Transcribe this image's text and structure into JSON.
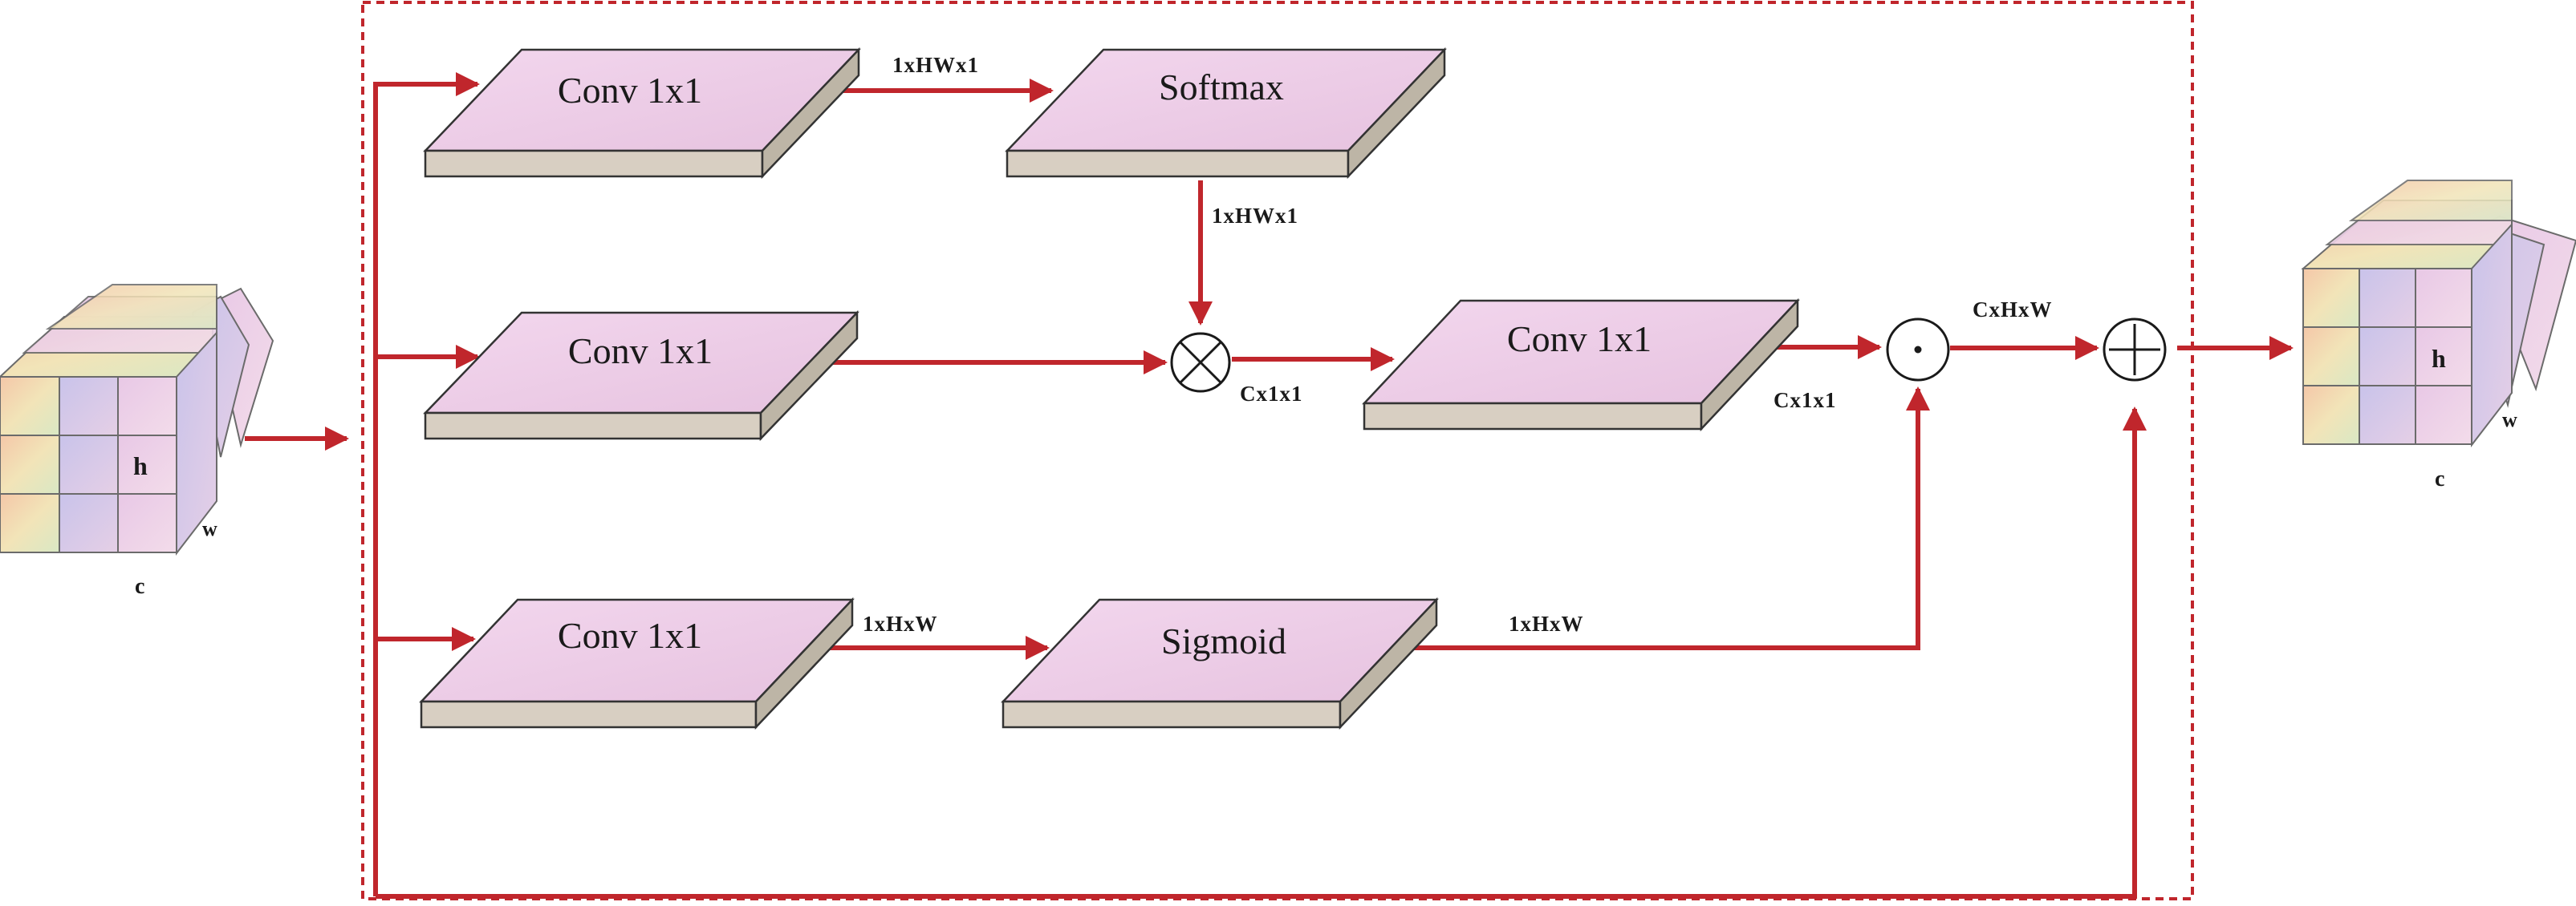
{
  "blocks": {
    "conv_top": "Conv 1x1",
    "softmax": "Softmax",
    "conv_mid": "Conv 1x1",
    "conv_right": "Conv 1x1",
    "conv_bottom": "Conv 1x1",
    "sigmoid": "Sigmoid"
  },
  "dims": {
    "after_conv_top": "1xHWx1",
    "after_softmax": "1xHWx1",
    "after_mult": "Cx1x1",
    "after_conv_right": "Cx1x1",
    "after_dot": "CxHxW",
    "after_conv_bottom": "1xHxW",
    "after_sigmoid": "1xHxW"
  },
  "operators": {
    "multiply": "⊗",
    "dot": "·",
    "add": "⊕"
  },
  "input_cube": {
    "height_label": "h",
    "width_label": "w",
    "channel_label": "c"
  },
  "output_cube": {
    "height_label": "h",
    "width_label": "w",
    "channel_label": "c"
  },
  "colors": {
    "arrow": "#c0262c",
    "block_top": "#efd1ea",
    "block_side": "#cfc8b8",
    "border_dashed": "#c0262c"
  }
}
